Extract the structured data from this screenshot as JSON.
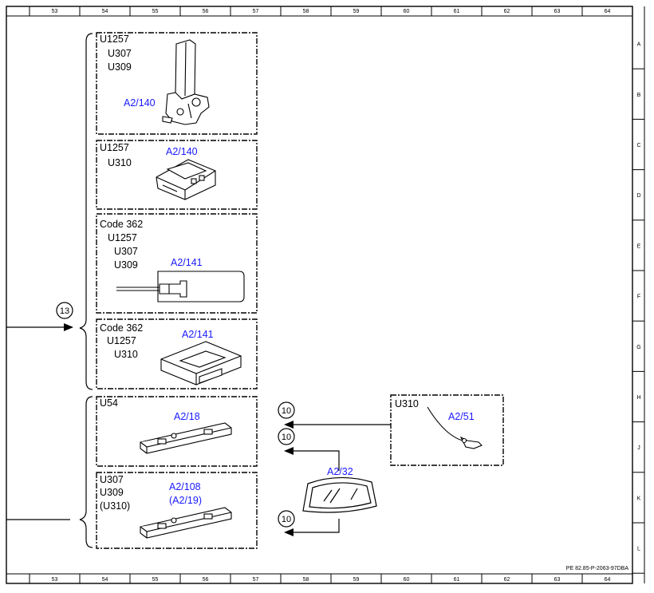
{
  "col_numbers": [
    "53",
    "54",
    "55",
    "56",
    "57",
    "58",
    "59",
    "60",
    "61",
    "62",
    "63",
    "64"
  ],
  "row_letters": [
    "A",
    "B",
    "C",
    "D",
    "E",
    "F",
    "G",
    "H",
    "J",
    "K",
    "L"
  ],
  "doc_ref": "PE 82.85-P-2063-97DBA",
  "callouts": {
    "input_top": "13",
    "out_a": "10",
    "out_b": "10",
    "out_c": "10"
  },
  "boxes": [
    {
      "lines": [
        "U1257",
        "U307",
        "U309"
      ],
      "part": "A2/140",
      "component": "antenna-module-mast-icon"
    },
    {
      "lines": [
        "U1257",
        "U310"
      ],
      "part": "A2/140",
      "component": "antenna-module-box-icon"
    },
    {
      "lines": [
        "Code 362",
        "U1257",
        "U307",
        "U309"
      ],
      "part": "A2/141",
      "component": "antenna-amplifier-board-icon"
    },
    {
      "lines": [
        "Code 362",
        "U1257",
        "U310"
      ],
      "part": "A2/141",
      "component": "amplifier-box-icon"
    },
    {
      "lines": [
        "U54"
      ],
      "part": "A2/18",
      "component": "antenna-strip-icon"
    },
    {
      "lines": [
        "U307",
        "U309",
        "(U310)"
      ],
      "part": "A2/108",
      "part2": "(A2/19)",
      "component": "antenna-strip-icon"
    },
    {
      "lines": [
        "U310"
      ],
      "part": "A2/51",
      "component": "wire-antenna-icon"
    }
  ],
  "windshield": {
    "part": "A2/32",
    "component": "windshield-icon"
  },
  "colors": {
    "line": "#000000",
    "part_label": "#1a1aff",
    "background": "#ffffff"
  }
}
